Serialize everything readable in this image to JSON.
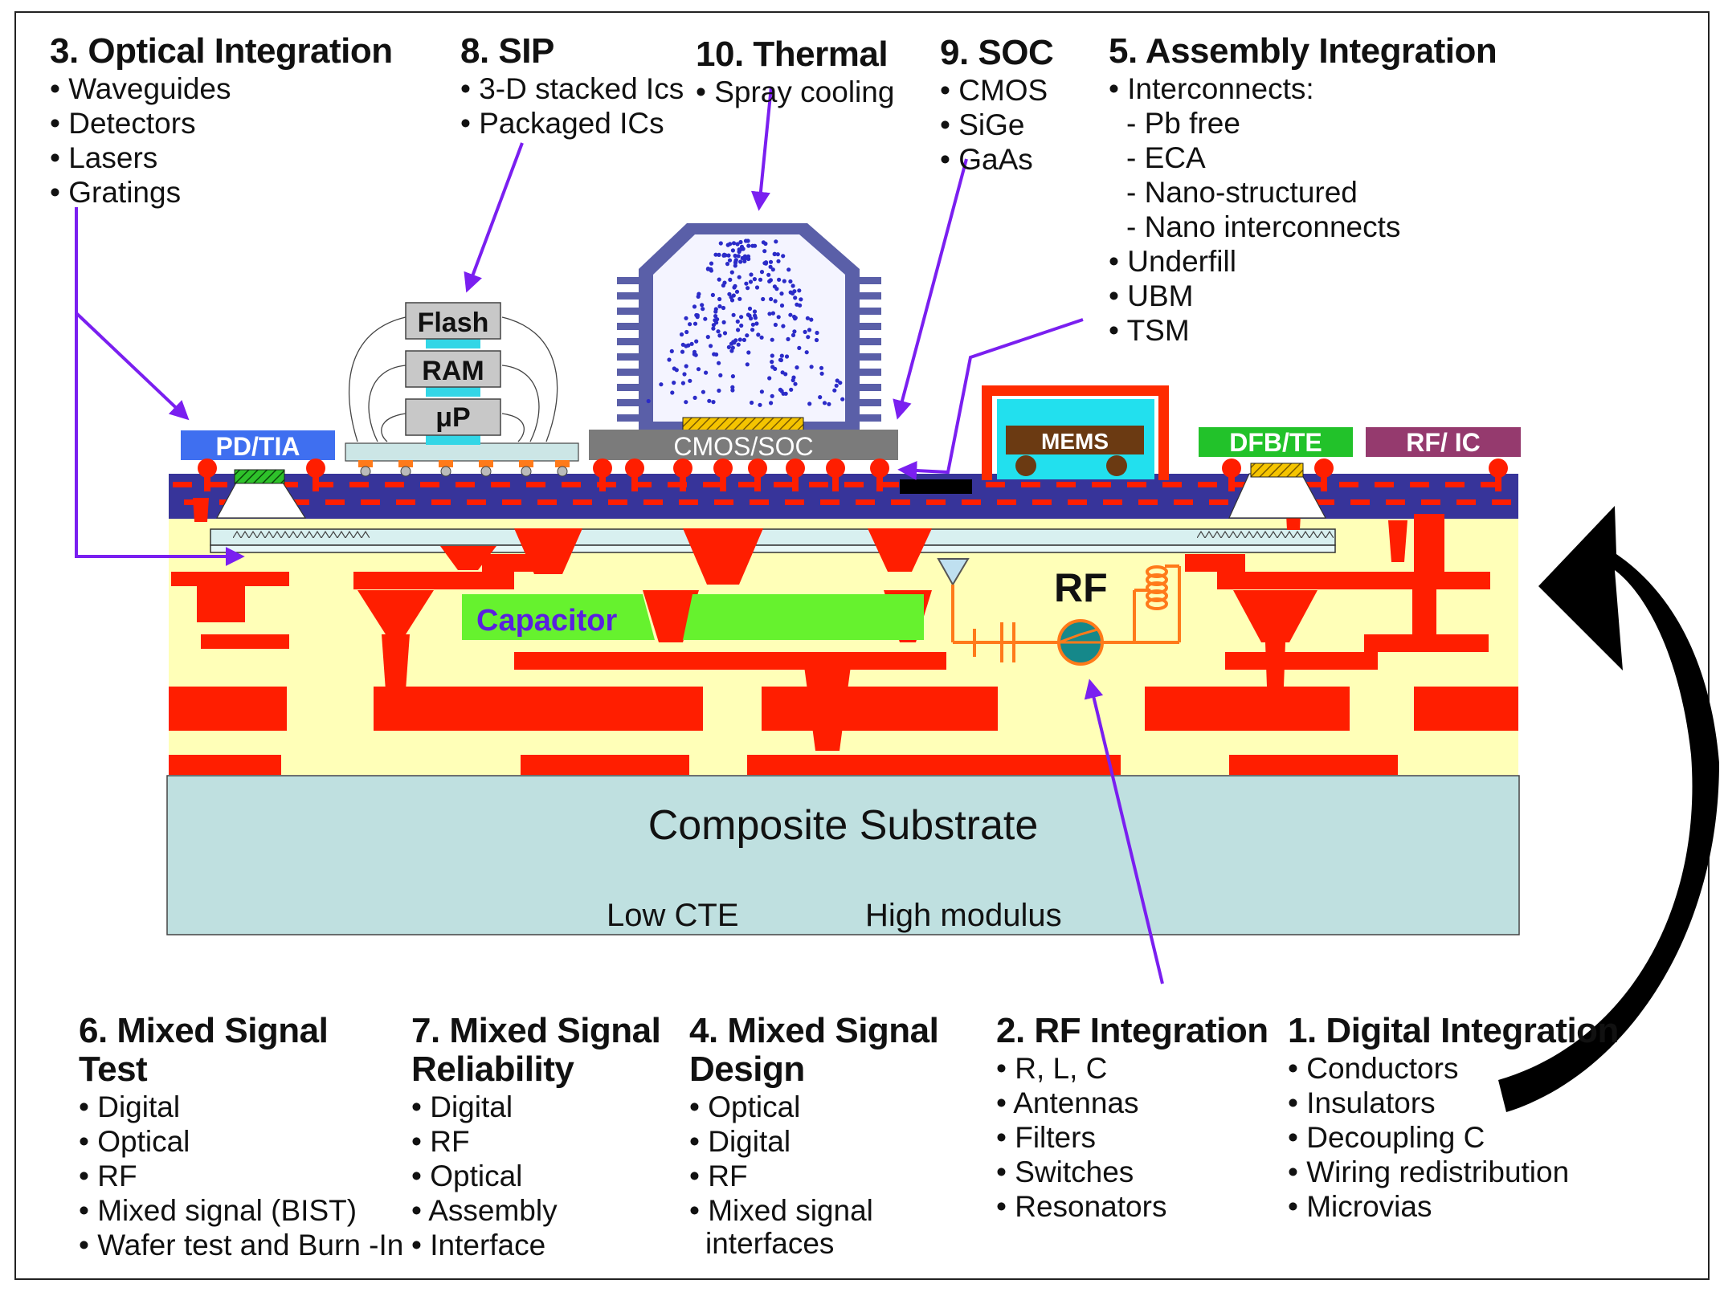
{
  "top_blocks": [
    {
      "heading": "3. Optical Integration",
      "items": [
        "• Waveguides",
        "• Detectors",
        "• Lasers",
        "• Gratings"
      ]
    },
    {
      "heading": "8. SIP",
      "items": [
        "• 3-D stacked Ics",
        "• Packaged ICs"
      ]
    },
    {
      "heading": "10. Thermal",
      "items": [
        "• Spray cooling"
      ]
    },
    {
      "heading": "9. SOC",
      "items": [
        "• CMOS",
        "• SiGe",
        "• GaAs"
      ]
    },
    {
      "heading": "5. Assembly Integration",
      "items": [
        "• Interconnects:",
        "- Pb free",
        "- ECA",
        "- Nano-structured",
        "- Nano interconnects",
        "• Underfill",
        "• UBM",
        "• TSM"
      ]
    }
  ],
  "bottom_blocks": [
    {
      "heading": "6. Mixed Signal",
      "heading2": "Test",
      "items": [
        "• Digital",
        "• Optical",
        "• RF",
        "• Mixed signal (BIST)",
        "• Wafer test and Burn -In"
      ]
    },
    {
      "heading": "7. Mixed Signal",
      "heading2": "Reliability",
      "items": [
        "• Digital",
        "• RF",
        "• Optical",
        "• Assembly",
        "• Interface"
      ]
    },
    {
      "heading": "4. Mixed Signal",
      "heading2": "Design",
      "items": [
        "• Optical",
        "• Digital",
        "• RF",
        "• Mixed signal",
        "interfaces"
      ]
    },
    {
      "heading": "2. RF Integration",
      "items": [
        "• R, L, C",
        "• Antennas",
        "• Filters",
        "• Switches",
        "• Resonators"
      ]
    },
    {
      "heading": "1. Digital Integration",
      "items": [
        "• Conductors",
        "• Insulators",
        "• Decoupling C",
        "• Wiring redistribution",
        "• Microvias"
      ]
    }
  ],
  "components": {
    "pd_tia": "PD/TIA",
    "flash": "Flash",
    "ram": "RAM",
    "up": "μP",
    "cmos_soc": "CMOS/SOC",
    "mems": "MEMS",
    "dfb_te": "DFB/TE",
    "rf_ic": "RF/ IC",
    "capacitor": "Capacitor",
    "rf": "RF"
  },
  "substrate": {
    "title": "Composite Substrate",
    "low_cte": "Low CTE",
    "high_modulus": "High modulus"
  },
  "colors": {
    "board": "#FFFFB8",
    "copper": "#FF1E00",
    "dielectric": "#37349A",
    "substrate": "#BFE0E0",
    "arrow": "#7A1FF0",
    "capacitor": "#66F22E",
    "pd_tia": "#3F6FF0",
    "dfb_te": "#22C22A",
    "rf_ic": "#953A6E",
    "mems": "#6B3A12",
    "cmos": "#7B7B7B",
    "rf_circuit": "#FF7A1A",
    "rf_switch": "#15888A"
  }
}
